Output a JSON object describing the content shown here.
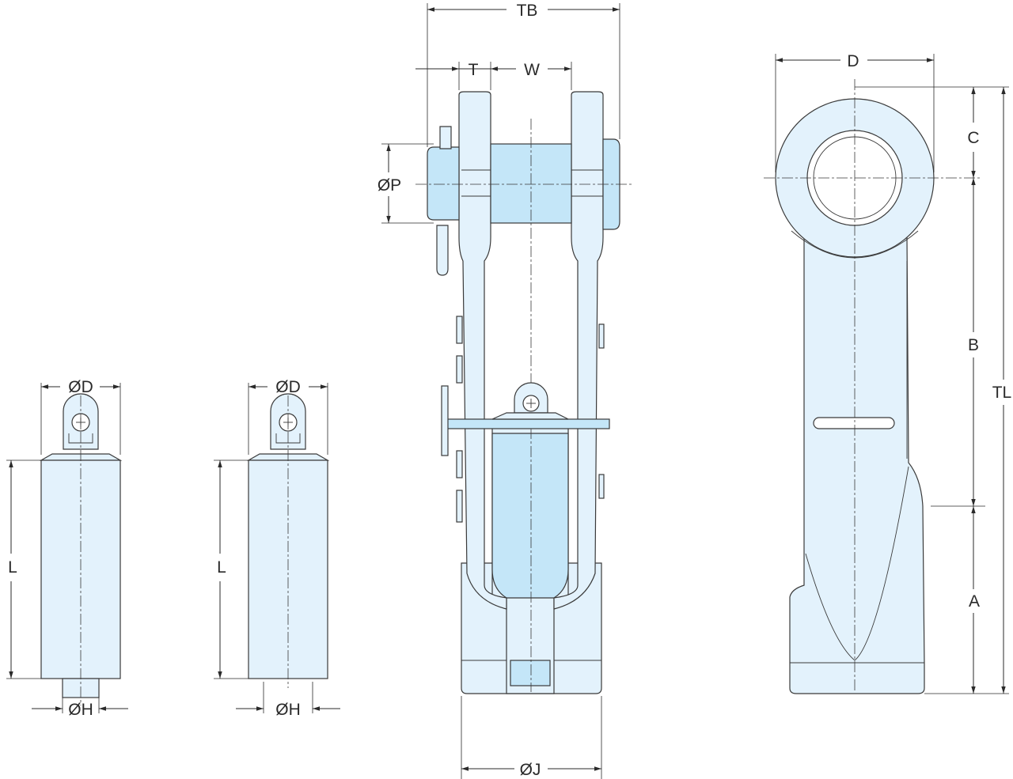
{
  "labels": {
    "bolt_small": {
      "dia_d": "ØD",
      "length": "L",
      "dia_h": "ØH"
    },
    "bolt_plain": {
      "dia_d": "ØD",
      "length": "L",
      "dia_h": "ØH"
    },
    "clevis": {
      "tb": "TB",
      "t": "T",
      "w": "W",
      "dia_p": "ØP",
      "dia_j": "ØJ"
    },
    "eye": {
      "d": "D",
      "c": "C",
      "b": "B",
      "a": "A",
      "tl": "TL"
    }
  },
  "colors": {
    "fill_light": "#e3f2fc",
    "fill_pin": "#c4e6f8",
    "line": "#3a3a3a"
  }
}
